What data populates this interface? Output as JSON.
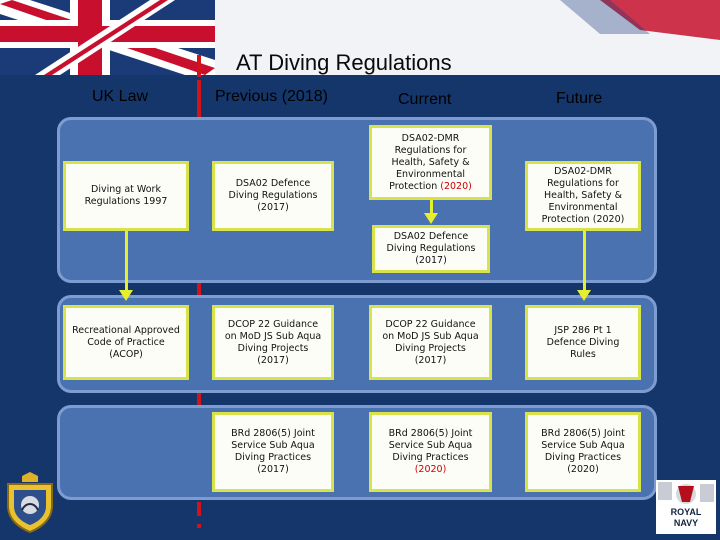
{
  "slide": {
    "title": "AT Diving Regulations",
    "columns": {
      "uk_law": "UK Law",
      "previous": "Previous (2018)",
      "current": "Current",
      "future": "Future"
    },
    "boxes": {
      "diving_at_work": "Diving at Work Regulations 1997",
      "dsa02_previous": "DSA02 Defence Diving Regulations (2017)",
      "dsa02_dmr_current_text": "DSA02-DMR Regulations for Health, Safety & Environmental Protection",
      "dsa02_dmr_current_year": "(2020)",
      "dsa02_dmr_future": "DSA02-DMR Regulations for Health, Safety & Environmental Protection (2020)",
      "dsa02_current": "DSA02 Defence Diving Regulations (2017)",
      "acop": "Recreational Approved Code of Practice (ACOP)",
      "dcop_previous": "DCOP 22 Guidance on MoD JS Sub Aqua Diving Projects (2017)",
      "dcop_current": "DCOP 22 Guidance on MoD JS Sub Aqua Diving Projects (2017)",
      "jsp286": "JSP 286 Pt 1 Defence Diving Rules",
      "brd_previous": "BRd 2806(5) Joint Service Sub Aqua Diving Practices (2017)",
      "brd_current_text": "BRd 2806(5) Joint Service Sub Aqua Diving Practices",
      "brd_current_year": "(2020)",
      "brd_future": "BRd 2806(5) Joint Service Sub Aqua Diving Practices (2020)"
    },
    "logo": {
      "text": "ROYAL NAVY"
    },
    "colors": {
      "background": "#15366b",
      "lane": "#4a71b0",
      "box_border": "#d8e24a",
      "arrow": "#e6ef2e",
      "divider": "#d2131b",
      "highlight": "#cc0000"
    }
  }
}
